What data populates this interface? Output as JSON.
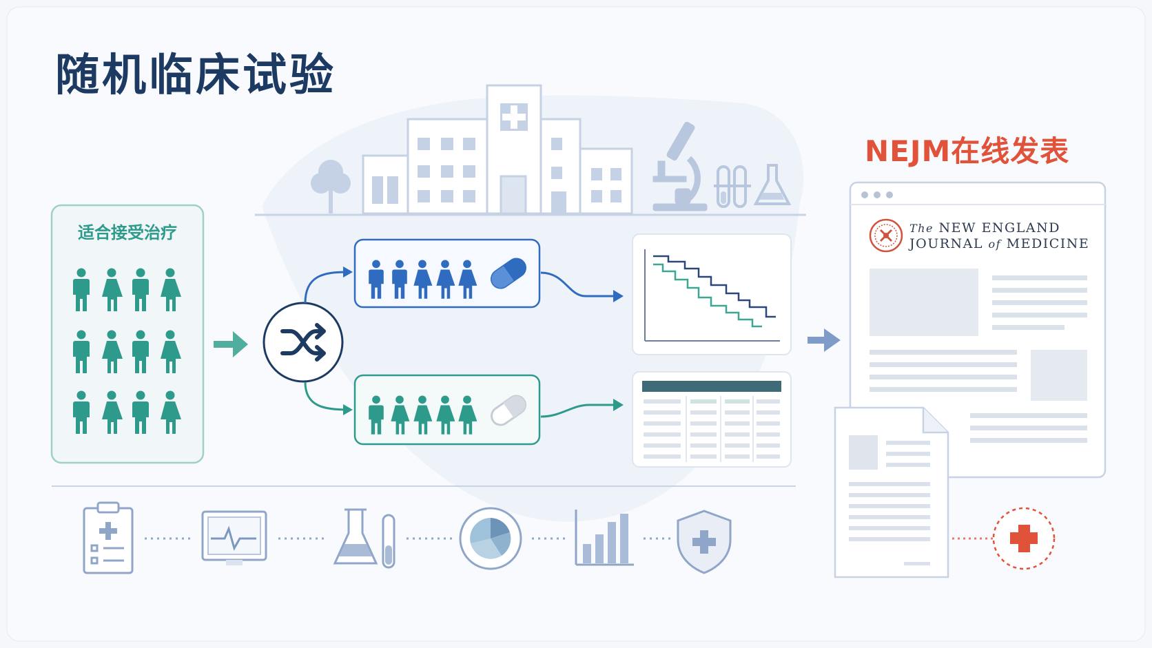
{
  "title": "随机临床试验",
  "eligible_label": "适合接受治疗",
  "publish_label": "NEJM在线发表",
  "journal": {
    "line1_prefix": "The",
    "line1_main": "NEW ENGLAND",
    "line2_main": "JOURNAL",
    "line2_of": "of",
    "line2_end": "MEDICINE"
  },
  "colors": {
    "title": "#1d3a63",
    "teal": "#2e9a8b",
    "blue": "#2f6cc0",
    "navy": "#1d3a63",
    "accent": "#e0533a",
    "line": "#9fb2d0"
  },
  "icons": {
    "shuffle": "shuffle-icon",
    "pill_active": "pill-icon",
    "pill_placebo": "pill-placebo-icon",
    "bottom_row": [
      "clipboard-icon",
      "monitor-ecg-icon",
      "lab-flask-icon",
      "pie-chart-icon",
      "bar-chart-icon",
      "shield-cross-icon",
      "medical-cross-icon"
    ]
  }
}
